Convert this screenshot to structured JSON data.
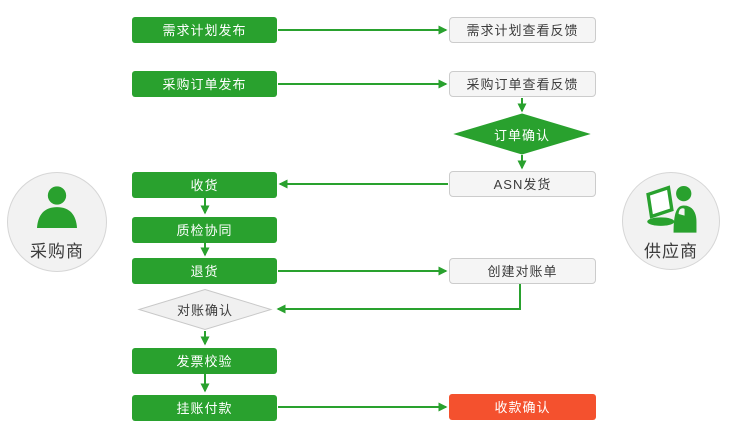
{
  "colors": {
    "green": "#29a12e",
    "red": "#f4512e",
    "box_gray_fill": "#f5f5f5",
    "box_gray_border": "#cccccc",
    "diamond_gray_fill": "#f0f0f0",
    "diamond_gray_border": "#c8c8c8",
    "circle_fill": "#f2f2f2",
    "circle_border": "#d6d6d6",
    "text_dark": "#3c3c3c",
    "text_light": "#ffffff"
  },
  "actors": {
    "buyer": {
      "label": "采购商",
      "icon": "person-icon"
    },
    "supplier": {
      "label": "供应商",
      "icon": "person-laptop-icon"
    }
  },
  "nodes": {
    "demand_plan_publish": {
      "label": "需求计划发布"
    },
    "demand_plan_feedback": {
      "label": "需求计划查看反馈"
    },
    "po_publish": {
      "label": "采购订单发布"
    },
    "po_feedback": {
      "label": "采购订单查看反馈"
    },
    "order_confirm": {
      "label": "订单确认"
    },
    "receive_goods": {
      "label": "收货"
    },
    "asn_ship": {
      "label": "ASN发货"
    },
    "quality_check": {
      "label": "质检协同"
    },
    "return_goods": {
      "label": "退货"
    },
    "create_statement": {
      "label": "创建对账单"
    },
    "statement_confirm": {
      "label": "对账确认"
    },
    "invoice_verify": {
      "label": "发票校验"
    },
    "payment": {
      "label": "挂账付款"
    },
    "receipt_confirm": {
      "label": "收款确认"
    }
  },
  "edges": [
    {
      "from": "demand_plan_publish",
      "to": "demand_plan_feedback"
    },
    {
      "from": "po_publish",
      "to": "po_feedback"
    },
    {
      "from": "po_feedback",
      "to": "order_confirm"
    },
    {
      "from": "order_confirm",
      "to": "asn_ship"
    },
    {
      "from": "asn_ship",
      "to": "receive_goods"
    },
    {
      "from": "receive_goods",
      "to": "quality_check"
    },
    {
      "from": "quality_check",
      "to": "return_goods"
    },
    {
      "from": "return_goods",
      "to": "create_statement"
    },
    {
      "from": "create_statement",
      "to": "statement_confirm"
    },
    {
      "from": "statement_confirm",
      "to": "invoice_verify"
    },
    {
      "from": "invoice_verify",
      "to": "payment"
    },
    {
      "from": "payment",
      "to": "receipt_confirm"
    }
  ]
}
